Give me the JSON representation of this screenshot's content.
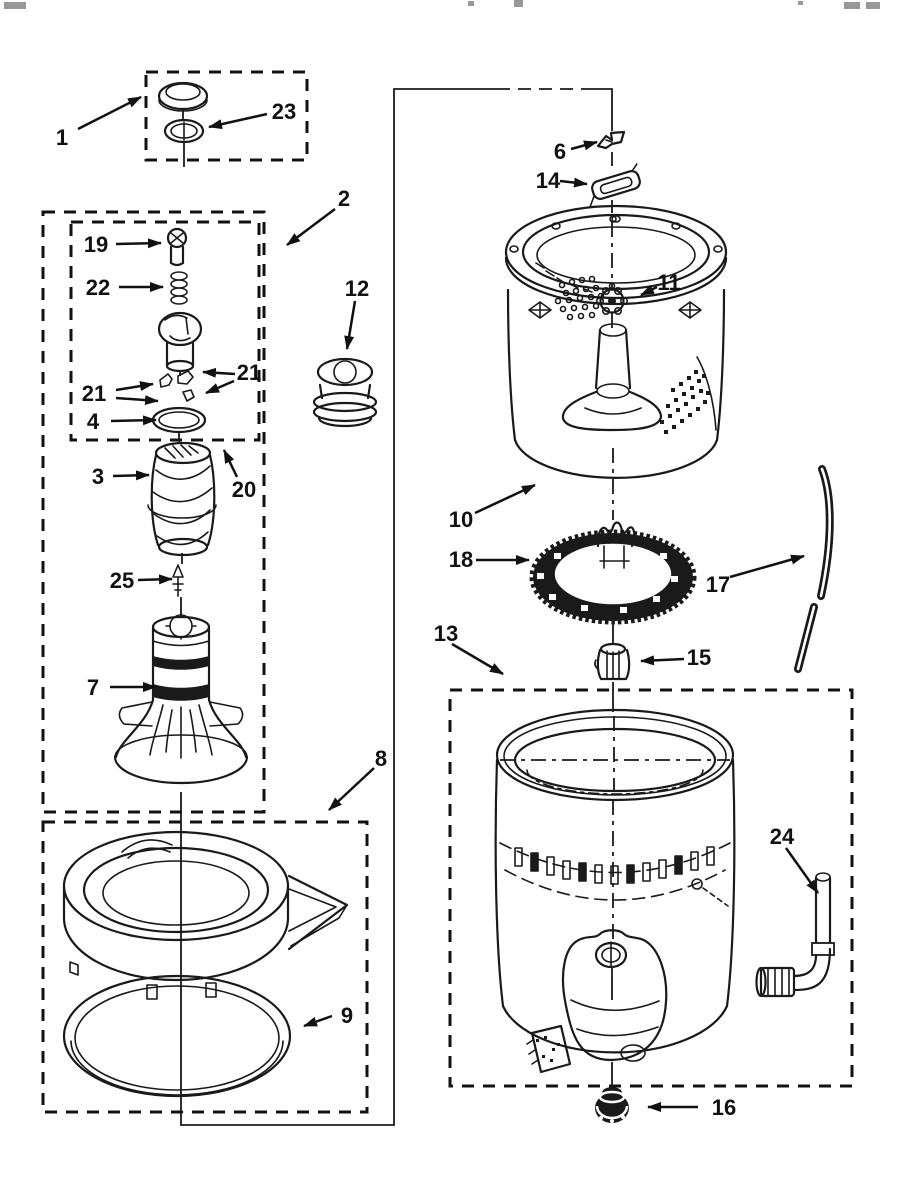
{
  "palette": {
    "ink": "#1a1a1a",
    "paper": "#ffffff"
  },
  "labels": {
    "l1": "1",
    "l2": "2",
    "l3": "3",
    "l4": "4",
    "l6": "6",
    "l7": "7",
    "l8": "8",
    "l9": "9",
    "l10": "10",
    "l11": "11",
    "l12": "12",
    "l13": "13",
    "l14": "14",
    "l15": "15",
    "l16": "16",
    "l17": "17",
    "l18": "18",
    "l19": "19",
    "l20": "20",
    "l21a": "21",
    "l21b": "21",
    "l22": "22",
    "l23": "23",
    "l24": "24",
    "l25": "25"
  }
}
